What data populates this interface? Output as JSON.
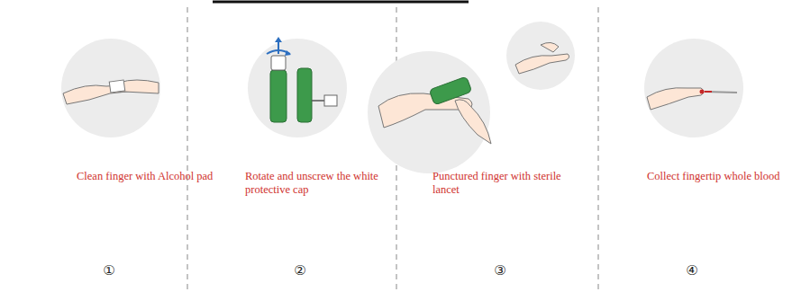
{
  "diagram": {
    "labels": [
      "Clean finger with Alcohol pad",
      "①",
      "Rotate and unscrew the white protective cap",
      "②",
      "Punctured finger with sterile lancet",
      "③",
      "Collect fingertip whole blood",
      "④"
    ]
  }
}
